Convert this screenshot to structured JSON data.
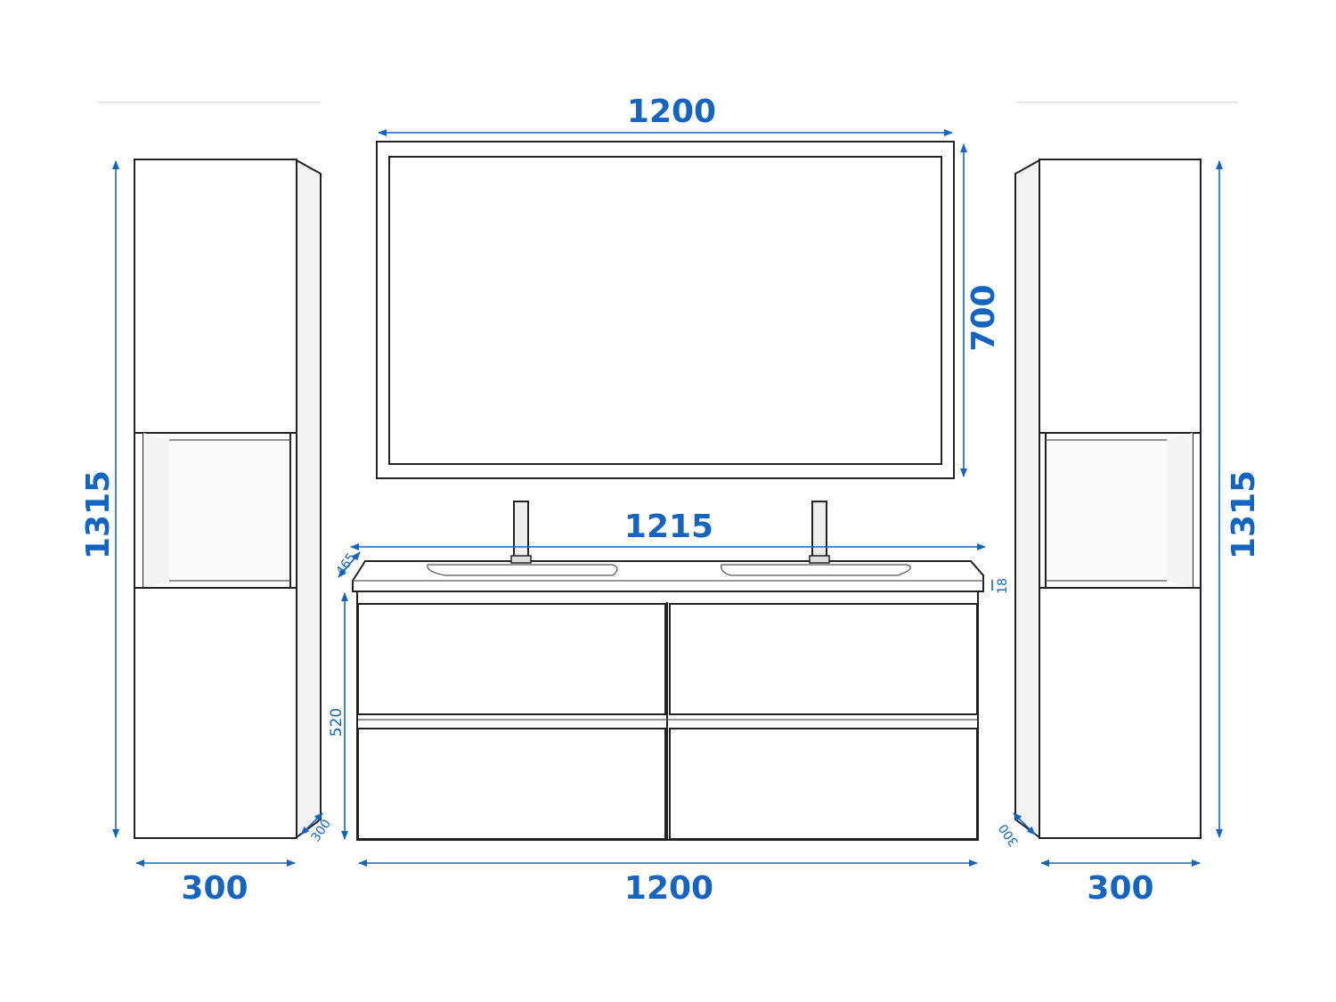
{
  "colors": {
    "dimension": "#1565c0",
    "outline": "#222222",
    "background": "#ffffff"
  },
  "dimensions": {
    "mirror_width": "1200",
    "mirror_height": "700",
    "countertop_width": "1215",
    "countertop_depth": "465",
    "countertop_thickness": "18",
    "cabinet_height": "520",
    "cabinet_width": "1200",
    "left_column_height": "1315",
    "left_column_width": "300",
    "left_column_depth": "300",
    "right_column_height": "1315",
    "right_column_width": "300",
    "right_column_depth": "300"
  }
}
